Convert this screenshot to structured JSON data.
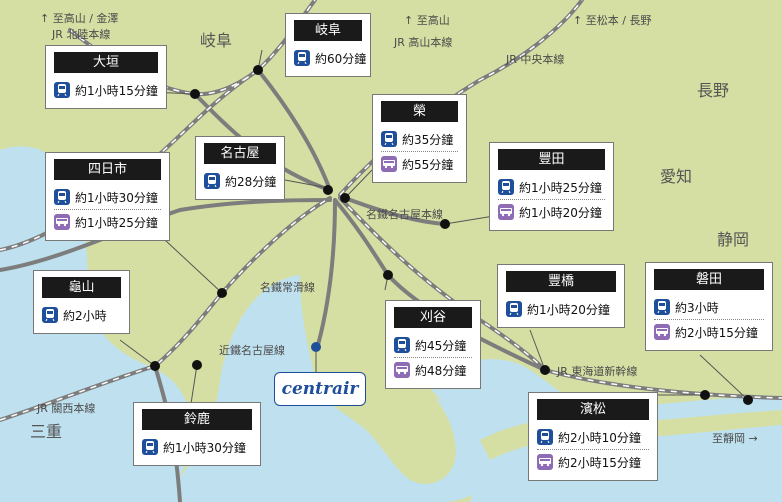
{
  "region_labels": {
    "gifu": "岐阜",
    "nagano": "長野",
    "aichi": "愛知",
    "shizuoka": "静岡",
    "mie": "三重"
  },
  "direction_labels": {
    "takayama_kanazawa": "↑ 至高山 / 金澤",
    "takayama": "↑ 至高山",
    "matsumoto_nagano": "↑ 至松本 / 長野",
    "shizuoka": "至靜岡 →"
  },
  "line_labels": {
    "hokuriku": "JR 北陸本線",
    "takayama": "JR 高山本線",
    "chuo": "JR 中央本線",
    "meitetsu_nagoya_main": "名鐵名古屋本線",
    "meitetsu_tokoname": "名鐵常滑線",
    "kintetsu_nagoya": "近鐵名古屋線",
    "tokaido_shinkansen": "JR 東海道新幹線",
    "kansai_main": "JR 關西本線"
  },
  "airport_logo": "centrair",
  "colors": {
    "land": "#d6dfa3",
    "water": "#bfe0ef",
    "train_icon": "#1f4e9a",
    "bus_icon": "#8d6bb5",
    "title_bg": "#1a1a1a",
    "rail": "#7d7d7d"
  },
  "stations": [
    {
      "name": "大垣",
      "rows": [
        {
          "icon": "train-icon",
          "time": "約1小時15分鐘"
        }
      ]
    },
    {
      "name": "岐阜",
      "rows": [
        {
          "icon": "train-icon",
          "time": "約60分鐘"
        }
      ]
    },
    {
      "name": "名古屋",
      "rows": [
        {
          "icon": "train-icon",
          "time": "約28分鐘"
        }
      ]
    },
    {
      "name": "榮",
      "rows": [
        {
          "icon": "train-icon",
          "time": "約35分鐘"
        },
        {
          "icon": "bus-icon",
          "time": "約55分鐘"
        }
      ]
    },
    {
      "name": "豐田",
      "rows": [
        {
          "icon": "train-icon",
          "time": "約1小時25分鐘"
        },
        {
          "icon": "bus-icon",
          "time": "約1小時20分鐘"
        }
      ]
    },
    {
      "name": "四日市",
      "rows": [
        {
          "icon": "train-icon",
          "time": "約1小時30分鐘"
        },
        {
          "icon": "bus-icon",
          "time": "約1小時25分鐘"
        }
      ]
    },
    {
      "name": "龜山",
      "rows": [
        {
          "icon": "train-icon",
          "time": "約2小時"
        }
      ]
    },
    {
      "name": "刈谷",
      "rows": [
        {
          "icon": "train-icon",
          "time": "約45分鐘"
        },
        {
          "icon": "bus-icon",
          "time": "約48分鐘"
        }
      ]
    },
    {
      "name": "豐橋",
      "rows": [
        {
          "icon": "train-icon",
          "time": "約1小時20分鐘"
        }
      ]
    },
    {
      "name": "磐田",
      "rows": [
        {
          "icon": "train-icon",
          "time": "約3小時"
        },
        {
          "icon": "bus-icon",
          "time": "約2小時15分鐘"
        }
      ]
    },
    {
      "name": "鈴鹿",
      "rows": [
        {
          "icon": "train-icon",
          "time": "約1小時30分鐘"
        }
      ]
    },
    {
      "name": "濱松",
      "rows": [
        {
          "icon": "train-icon",
          "time": "約2小時10分鐘"
        },
        {
          "icon": "bus-icon",
          "time": "約2小時15分鐘"
        }
      ]
    }
  ]
}
